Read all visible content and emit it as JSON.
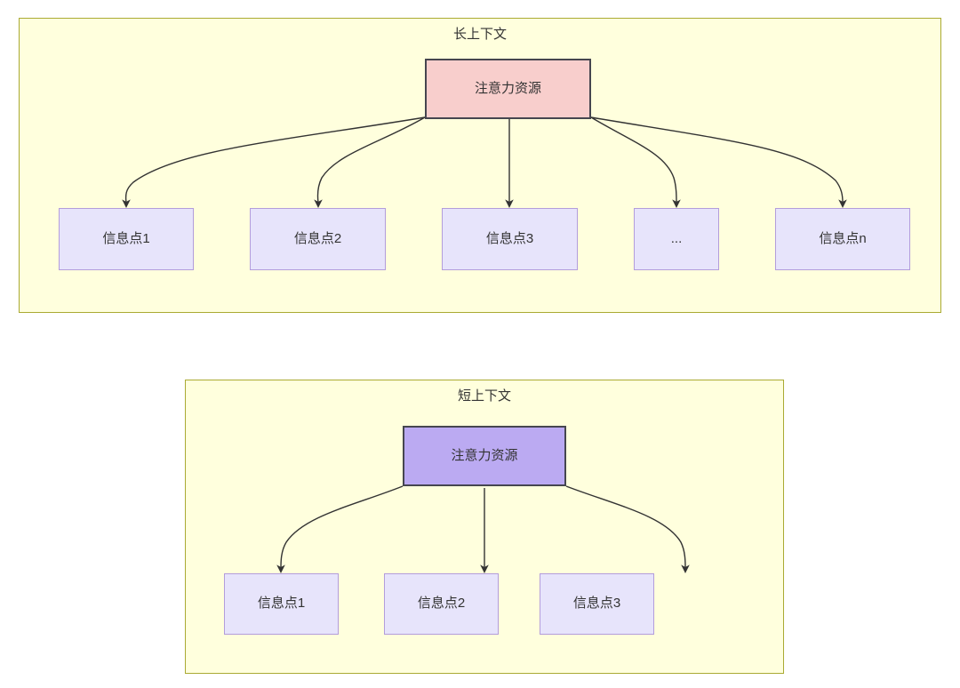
{
  "diagram": {
    "type": "attention-resource-allocation",
    "background": "#ffffff",
    "colors": {
      "group_fill": "#ffffdd",
      "group_border": "#aaaa33",
      "root_long_fill": "#f8cecc",
      "root_short_fill": "#bbaaf2",
      "root_border": "#46464f",
      "leaf_fill": "#e7e4fb",
      "leaf_border": "#b39ddb",
      "edge": "#333333",
      "text": "#333333"
    },
    "groups": [
      {
        "id": "long-context",
        "title": "长上下文",
        "root": {
          "label": "注意力资源"
        },
        "leaves": [
          {
            "label": "信息点1"
          },
          {
            "label": "信息点2"
          },
          {
            "label": "信息点3"
          },
          {
            "label": "..."
          },
          {
            "label": "信息点n"
          }
        ]
      },
      {
        "id": "short-context",
        "title": "短上下文",
        "root": {
          "label": "注意力资源"
        },
        "leaves": [
          {
            "label": "信息点1"
          },
          {
            "label": "信息点2"
          },
          {
            "label": "信息点3"
          }
        ]
      }
    ]
  }
}
